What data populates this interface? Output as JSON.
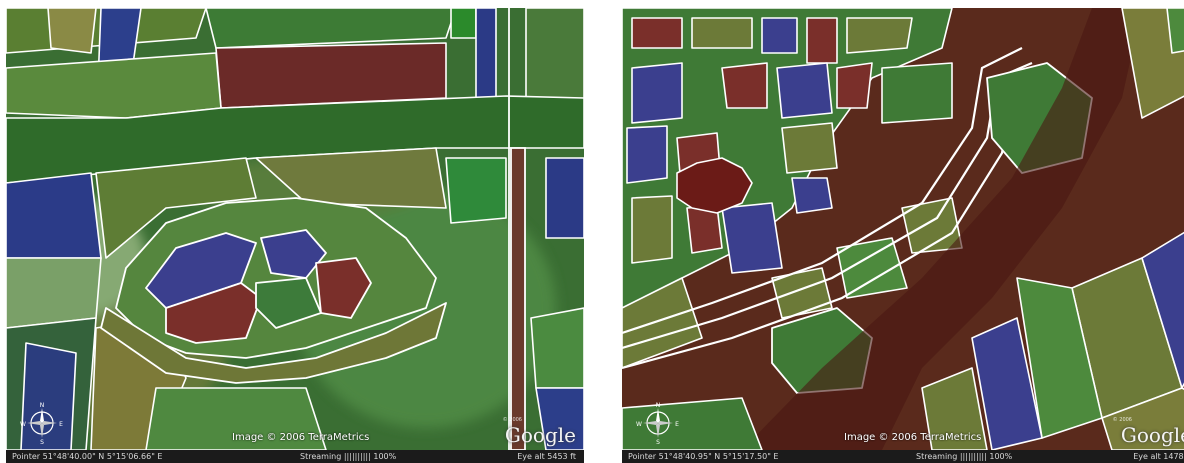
{
  "left_panel": {
    "image_credit": "Image © 2006 TerraMetrics",
    "logo": "Google",
    "copyright": "© 2006",
    "status": {
      "pointer": "Pointer 51°48'40.00\" N  5°15'06.66\" E",
      "streaming": "Streaming |||||||||| 100%",
      "eye_alt": "Eye alt  5453 ft"
    }
  },
  "right_panel": {
    "image_credit": "Image © 2006 TerraMetrics",
    "logo": "Google",
    "copyright": "© 2006",
    "status": {
      "pointer": "Pointer 51°48'40.95\" N  5°15'17.50\" E",
      "streaming": "Streaming |||||||||| 100%",
      "eye_alt": "Eye alt  1478 ft"
    }
  },
  "compass": {
    "north": "N",
    "south": "S",
    "east": "E",
    "west": "W"
  },
  "colors": {
    "parcel_green": "#3f7a36",
    "parcel_blue": "#3c4d8e",
    "parcel_maroon": "#6e2a22",
    "parcel_olive": "#7b7a37",
    "road_white": "#ffffff",
    "status_bar": "#1b1b1b"
  }
}
